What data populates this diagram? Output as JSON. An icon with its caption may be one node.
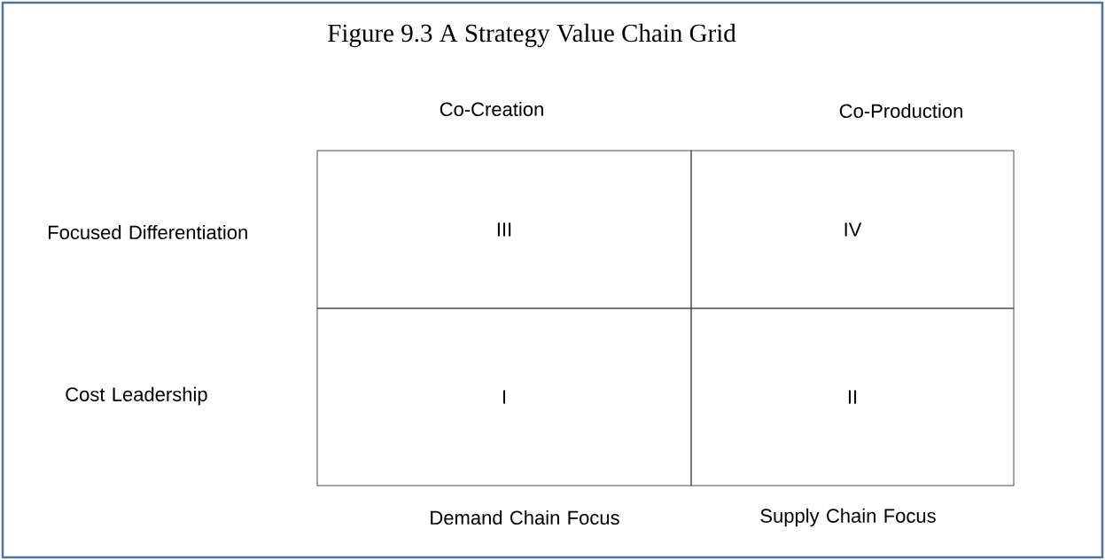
{
  "diagram": {
    "title": "Figure 9.3 A Strategy Value Chain Grid",
    "nodes": [
      {
        "text": [
          "III"
        ]
      },
      {
        "text": [
          "IV"
        ]
      },
      {
        "text": [
          "I"
        ]
      },
      {
        "text": [
          "II"
        ]
      }
    ],
    "labels": [
      "Co-Creation",
      "Co-Production",
      "Focused Differentiation",
      "Cost Leadership",
      "Demand Chain Focus",
      "Supply Chain Focus"
    ]
  }
}
